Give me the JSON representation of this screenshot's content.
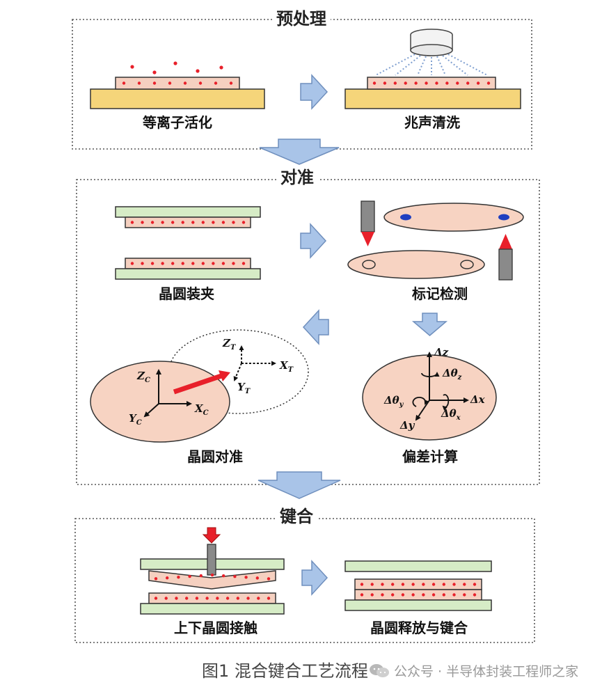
{
  "sections": {
    "pretreatment": "预处理",
    "alignment": "对准",
    "bonding": "键合"
  },
  "steps": {
    "plasma": "等离子活化",
    "megasonic": "兆声清洗",
    "clamp": "晶圆装夹",
    "mark_detect": "标记检测",
    "wafer_align": "晶圆对准",
    "offset_calc": "偏差计算",
    "contact": "上下晶圆接触",
    "release_bond": "晶圆释放与键合"
  },
  "axes": {
    "zc": "Z",
    "zc_sub": "C",
    "xc": "X",
    "xc_sub": "C",
    "yc": "Y",
    "yc_sub": "C",
    "zt": "Z",
    "zt_sub": "T",
    "xt": "X",
    "xt_sub": "T",
    "yt": "Y",
    "yt_sub": "T",
    "dz": "Δz",
    "dx": "Δx",
    "dy": "Δy",
    "dthz": "Δθ",
    "dthz_sub": "z",
    "dthy": "Δθ",
    "dthy_sub": "y",
    "dthx": "Δθ",
    "dthx_sub": "x"
  },
  "caption": "图1  混合键合工艺流程",
  "watermark": "公众号 · 半导体封装工程师之家",
  "colors": {
    "substrate": "#f5d57a",
    "wafer": "#f5d0c0",
    "green_plate": "#d6ecc6",
    "dot": "#e8202a",
    "arrow_fill": "#a9c4e8",
    "arrow_stroke": "#6f8fbd",
    "ellipse": "#f7d3c2",
    "blue_mark": "#2040c0"
  }
}
